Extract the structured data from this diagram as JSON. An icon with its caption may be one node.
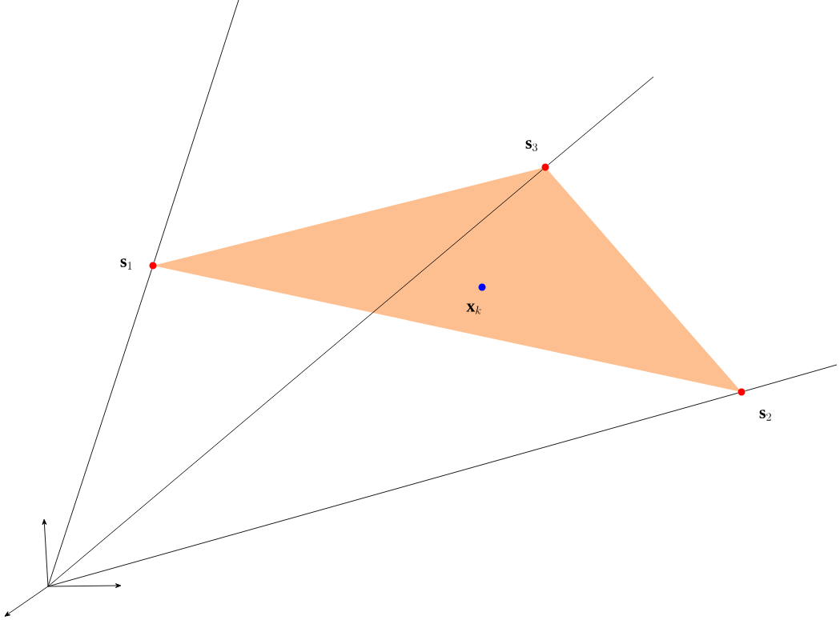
{
  "diagram": {
    "nodes": [
      {
        "text": [],
        "shape": "point"
      },
      {
        "text": [],
        "shape": "circle",
        "beside": [
          "\\mathbf{s}_1"
        ]
      },
      {
        "text": [],
        "shape": "circle",
        "beside": [
          "\\mathbf{s}_2"
        ]
      },
      {
        "text": [],
        "shape": "circle",
        "beside": [
          "\\mathbf{s}_3"
        ]
      },
      {
        "text": [],
        "shape": "circle",
        "beside": [
          "\\mathbf{x}_k"
        ]
      }
    ],
    "edges": [
      {
        "from": 0,
        "to": 1,
        "arrow": "none"
      },
      {
        "from": 0,
        "to": 3,
        "arrow": "none"
      },
      {
        "from": 0,
        "to": 2,
        "arrow": "none"
      }
    ]
  }
}
